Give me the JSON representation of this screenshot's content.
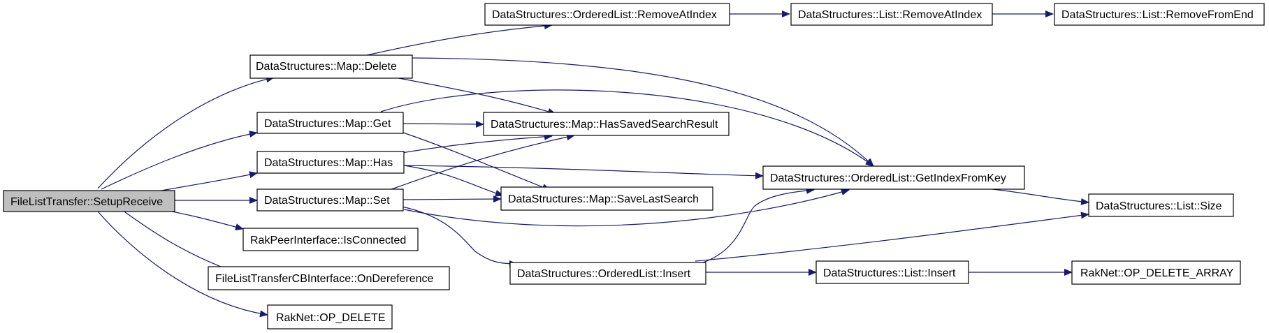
{
  "graph": {
    "root": "FileListTransfer::SetupReceive",
    "colors": {
      "edge": "#191970",
      "root_fill": "#bfbfbf",
      "node_fill": "#ffffff",
      "node_border": "#000000"
    },
    "nodes": {
      "setup": "FileListTransfer::SetupReceive",
      "map_delete": "DataStructures::Map::Delete",
      "map_get": "DataStructures::Map::Get",
      "map_has": "DataStructures::Map::Has",
      "map_set": "DataStructures::Map::Set",
      "is_connected": "RakPeerInterface::IsConnected",
      "on_deref": "FileListTransferCBInterface::OnDereference",
      "op_delete": "RakNet::OP_DELETE",
      "ol_remove": "DataStructures::OrderedList::RemoveAtIndex",
      "has_saved": "DataStructures::Map::HasSavedSearchResult",
      "save_last": "DataStructures::Map::SaveLastSearch",
      "ol_insert": "DataStructures::OrderedList::Insert",
      "l_remove": "DataStructures::List::RemoveAtIndex",
      "get_index": "DataStructures::OrderedList::GetIndexFromKey",
      "l_insert": "DataStructures::List::Insert",
      "remove_end": "DataStructures::List::RemoveFromEnd",
      "l_size": "DataStructures::List::Size",
      "op_delete_array": "RakNet::OP_DELETE_ARRAY"
    },
    "edges": [
      [
        "setup",
        "map_delete"
      ],
      [
        "setup",
        "map_get"
      ],
      [
        "setup",
        "map_has"
      ],
      [
        "setup",
        "map_set"
      ],
      [
        "setup",
        "is_connected"
      ],
      [
        "setup",
        "on_deref"
      ],
      [
        "setup",
        "op_delete"
      ],
      [
        "map_delete",
        "ol_remove"
      ],
      [
        "map_delete",
        "has_saved"
      ],
      [
        "map_delete",
        "get_index"
      ],
      [
        "map_get",
        "has_saved"
      ],
      [
        "map_get",
        "save_last"
      ],
      [
        "map_get",
        "get_index"
      ],
      [
        "map_has",
        "has_saved"
      ],
      [
        "map_has",
        "save_last"
      ],
      [
        "map_has",
        "get_index"
      ],
      [
        "map_set",
        "has_saved"
      ],
      [
        "map_set",
        "save_last"
      ],
      [
        "map_set",
        "get_index"
      ],
      [
        "map_set",
        "ol_insert"
      ],
      [
        "ol_remove",
        "l_remove"
      ],
      [
        "l_remove",
        "remove_end"
      ],
      [
        "get_index",
        "l_size"
      ],
      [
        "ol_insert",
        "get_index"
      ],
      [
        "ol_insert",
        "l_size"
      ],
      [
        "ol_insert",
        "l_insert"
      ],
      [
        "l_insert",
        "op_delete_array"
      ]
    ]
  }
}
